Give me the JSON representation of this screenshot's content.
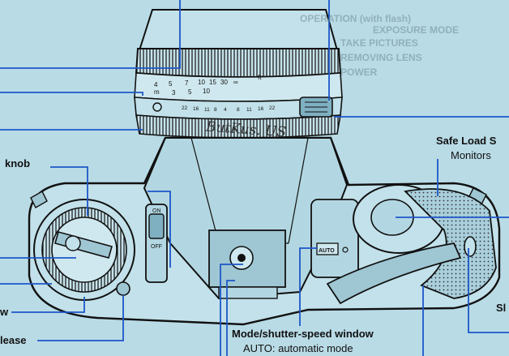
{
  "labels": {
    "rewind_knob": "knob",
    "release": "lease",
    "left_w": "w",
    "safe_load_title": "Safe Load S",
    "safe_load_sub": "Monitors",
    "right_s": "Sl",
    "mode_title": "Mode/shutter-speed window",
    "mode_sub": "AUTO: automatic mode"
  },
  "camera": {
    "auto_badge": "AUTO",
    "switch_on": "ON",
    "switch_off": "OFF",
    "focus_scale_top": [
      "4",
      "5",
      "7",
      "10",
      "15",
      "30",
      "∞"
    ],
    "focus_scale_bottom": [
      "3",
      "5",
      "10"
    ],
    "ft_unit": "ft",
    "m_unit": "m",
    "dof_scale": [
      "22",
      "16",
      "11",
      "8",
      "4",
      "8",
      "11",
      "16",
      "22"
    ],
    "handwriting": "ButKus. US"
  },
  "bleed_through": [
    "OPERATION (with flash)",
    "EXPOSURE MODE",
    "TAKE PICTURES",
    "REMOVING LENS",
    "POWER"
  ]
}
